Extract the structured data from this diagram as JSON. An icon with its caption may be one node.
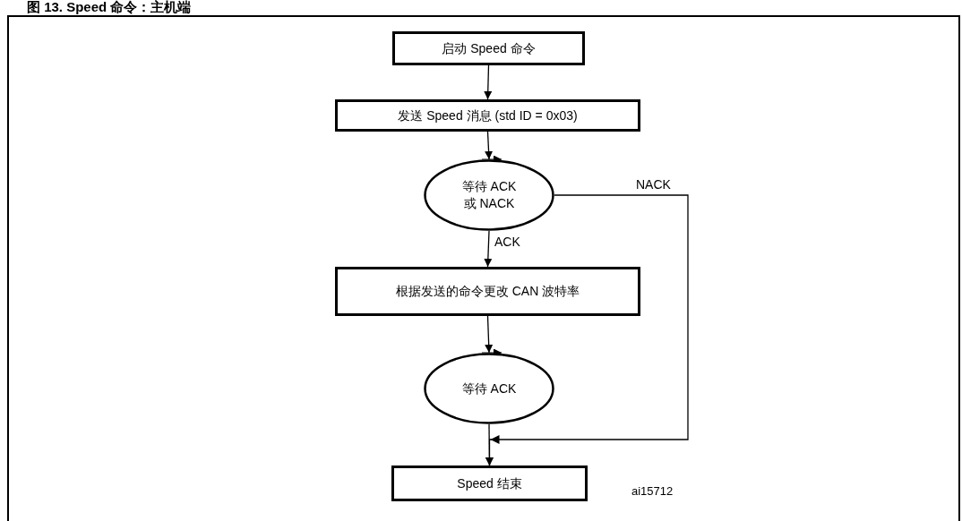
{
  "diagram": {
    "title": "图 13. Speed 命令：主机端",
    "nodes": [
      {
        "text": [
          "启动 Speed 命令"
        ]
      },
      {
        "text": [
          "发送 Speed 消息 (std ID = 0x03)"
        ]
      },
      {
        "text": [
          "等待 ACK 或 NACK"
        ]
      },
      {
        "text": [
          "根据发送的命令更改 CAN 波特率"
        ]
      },
      {
        "text": [
          "等待 ACK"
        ]
      },
      {
        "text": [
          "Speed 结束"
        ]
      }
    ],
    "edges": [
      {
        "from": 0,
        "to": 1,
        "arrow": "to"
      },
      {
        "from": 1,
        "to": 2,
        "arrow": "to"
      },
      {
        "from": 2,
        "to": 3,
        "arrow": "to",
        "label": "ACK"
      },
      {
        "from": 3,
        "to": 4,
        "arrow": "to"
      },
      {
        "from": 4,
        "to": 5,
        "arrow": "to"
      },
      {
        "from": 2,
        "to": 5,
        "arrow": "to",
        "label": "NACK"
      }
    ],
    "labels": [
      "ai15712"
    ]
  }
}
